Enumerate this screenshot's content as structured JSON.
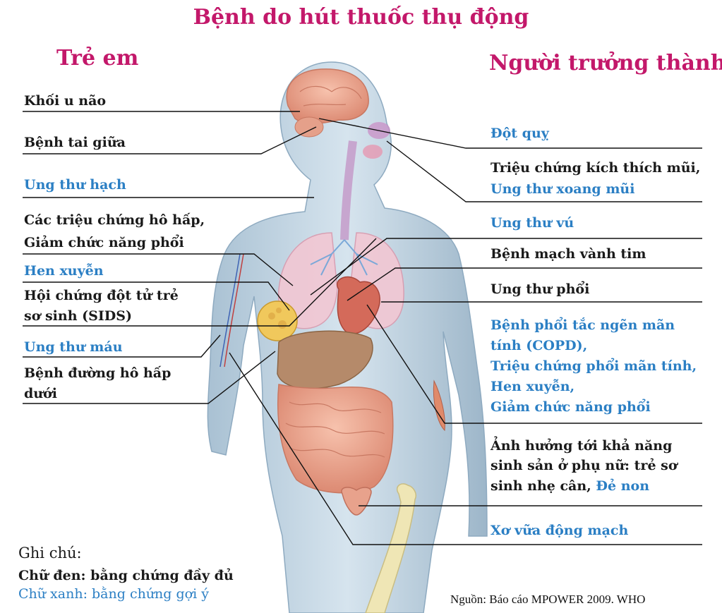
{
  "title": "Bệnh do hút thuốc thụ động",
  "children": {
    "heading": "Trẻ em",
    "items": [
      "Khối u não",
      "Bệnh tai giữa",
      "Ung thư hạch",
      "Các triệu chứng hô hấp,",
      "Giảm chức năng phổi",
      "Hen xuyễn",
      "Hội chứng đột tử trẻ",
      "sơ sinh (SIDS)",
      "Ung thư máu",
      "Bệnh đường hô hấp",
      "dưới"
    ]
  },
  "adults": {
    "heading": "Người trưởng thành",
    "items": [
      "Đột quỵ",
      "Triệu chứng kích thích mũi,",
      "Ung thư xoang mũi",
      "Ung thư vú",
      "Bệnh mạch vành tim",
      "Ung thư phổi",
      "Bệnh phổi tắc ngẽn mãn",
      "tính (COPD),",
      "Triệu chứng phổi mãn tính,",
      "Hen xuyễn,",
      "Giảm chức năng phổi",
      "Ảnh hưởng tới khả năng",
      "sinh sản ở phụ nữ: trẻ sơ",
      "sinh nhẹ cân,",
      "Đẻ non",
      "Xơ vữa động mạch"
    ]
  },
  "legend": {
    "title": "Ghi chú:",
    "black": "Chữ đen: bằng chứng đầy đủ",
    "blue": "Chữ xanh: bằng chứng gợi ý"
  },
  "source": "Nguồn: Báo cáo MPOWER 2009. WHO",
  "colors": {
    "heading_pink": "#c3186a",
    "text_black": "#1a1a1a",
    "text_blue": "#2b7fc4"
  }
}
